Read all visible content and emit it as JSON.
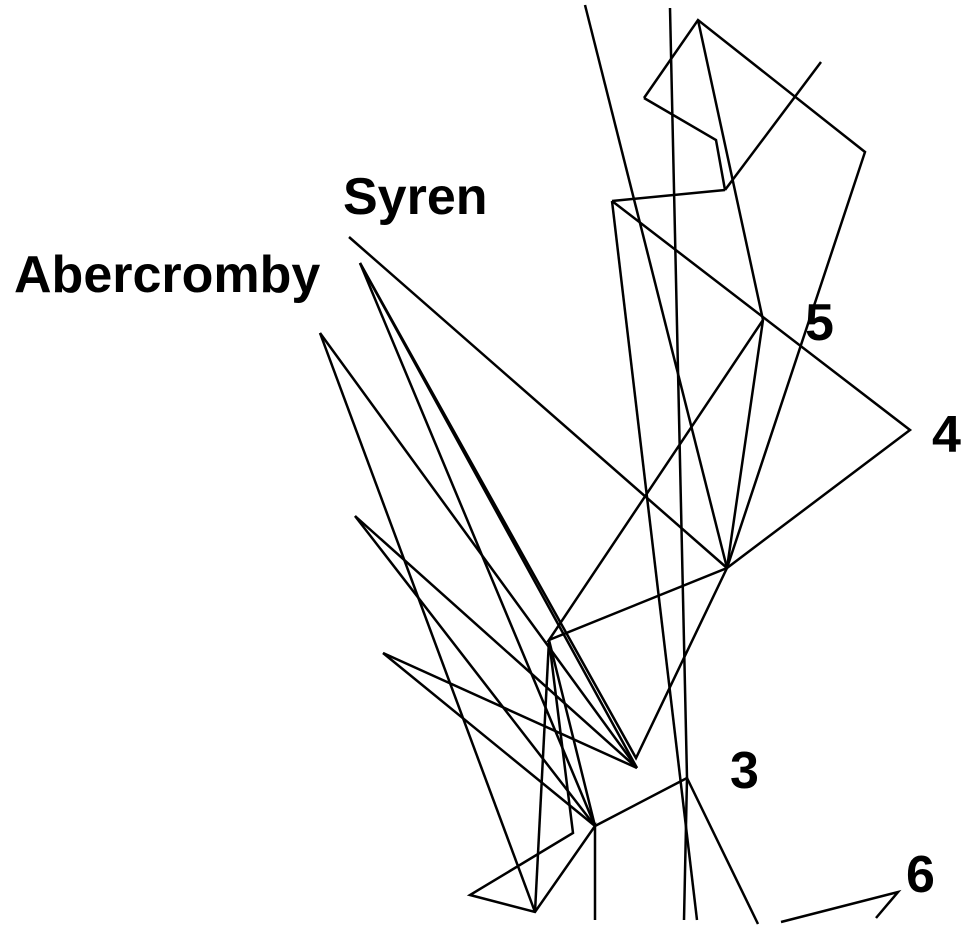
{
  "labels": {
    "syren": "Syren",
    "abercromby": "Abercromby",
    "n5": "5",
    "n4": "4",
    "n3": "3",
    "n6": "6"
  },
  "colors": {
    "background": "#ffffff",
    "ink": "#000000"
  }
}
